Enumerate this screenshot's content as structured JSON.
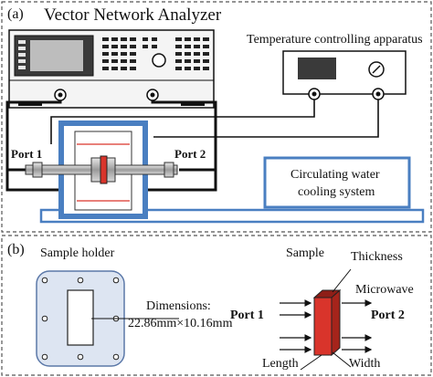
{
  "panel_a": {
    "tag": "(a)",
    "vna_title": "Vector Network Analyzer",
    "temp_title": "Temperature controlling apparatus",
    "port1": "Port 1",
    "port2": "Port 2",
    "cooling_line1": "Circulating water",
    "cooling_line2": "cooling system"
  },
  "panel_b": {
    "tag": "(b)",
    "holder_title": "Sample holder",
    "dimensions_title": "Dimensions:",
    "dimensions_value": "22.86mm×10.16mm",
    "sample_title": "Sample",
    "thickness": "Thickness",
    "microwave": "Microwave",
    "port1": "Port 1",
    "port2": "Port 2",
    "length": "Length",
    "width": "Width"
  },
  "colors": {
    "frame_blue": "#4a7fc1",
    "sample_red": "#d9342b",
    "holder_fill": "#dde5f2",
    "holder_stroke": "#5b78a8",
    "panel_border": "#555555"
  }
}
